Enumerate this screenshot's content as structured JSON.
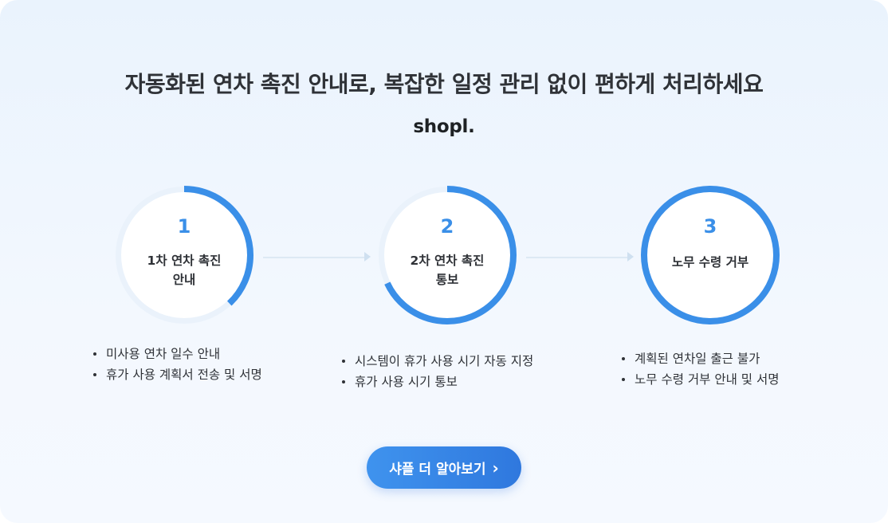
{
  "headline": "자동화된 연차 촉진 안내로, 복잡한 일정 관리 없이 편하게 처리하세요",
  "logo": "shopl.",
  "steps": [
    {
      "number": "1",
      "label": "1차 연차 촉진\n안내",
      "progress": 0.38,
      "bullets": [
        "미사용 연차 일수 안내",
        "휴가 사용 계획서 전송 및 서명"
      ]
    },
    {
      "number": "2",
      "label": "2차 연차 촉진\n통보",
      "progress": 0.68,
      "bullets": [
        "시스템이 휴가 사용 시기 자동 지정",
        "휴가 사용 시기 통보"
      ]
    },
    {
      "number": "3",
      "label": "노무 수령 거부",
      "progress": 1.0,
      "bullets": [
        "계획된 연차일 출근 불가",
        "노무 수령 거부 안내 및 서명"
      ]
    }
  ],
  "cta": {
    "label": "샤플 더 알아보기",
    "icon": "chevron-right-icon"
  },
  "colors": {
    "accent": "#3a8fe8",
    "track": "#eaf2fb",
    "circle": "#ffffff"
  }
}
